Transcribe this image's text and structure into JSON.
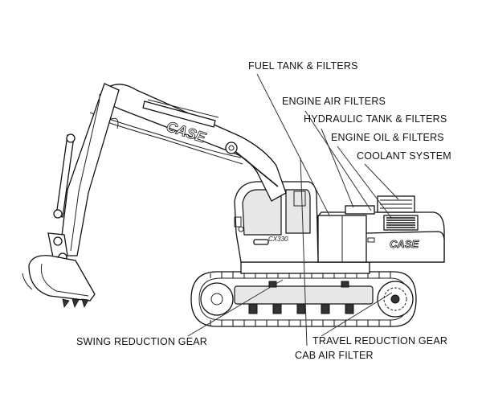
{
  "labels": {
    "fuel_tank": "FUEL TANK & FILTERS",
    "engine_air": "ENGINE AIR FILTERS",
    "hydraulic_tank": "HYDRAULIC TANK & FILTERS",
    "engine_oil": "ENGINE OIL & FILTERS",
    "coolant": "COOLANT SYSTEM",
    "swing_gear": "SWING REDUCTION GEAR",
    "travel_gear": "TRAVEL REDUCTION GEAR",
    "cab_air": "CAB AIR FILTER"
  },
  "machine": {
    "brand_boom": "CASE",
    "brand_body": "CASE",
    "model": "CX330"
  }
}
